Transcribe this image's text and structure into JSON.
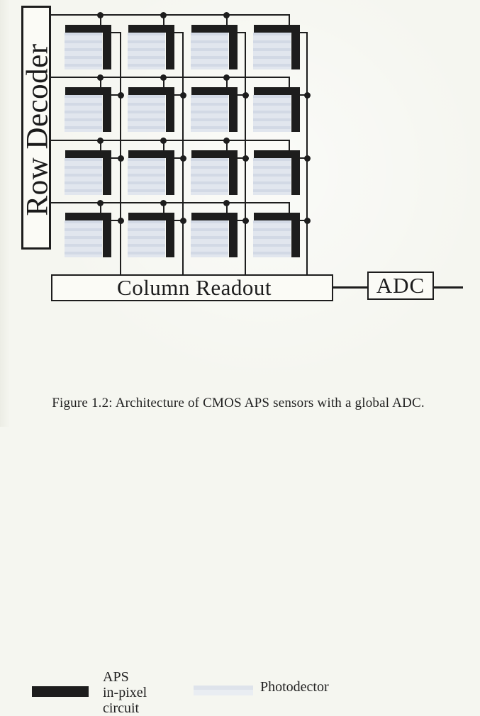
{
  "figure": {
    "blocks": {
      "row_decoder": "Row Decoder",
      "column_readout": "Column Readout",
      "adc": "ADC"
    },
    "array": {
      "rows": 4,
      "cols": 4,
      "cell_parts": [
        "aps-in-pixel-circuit",
        "photodetector",
        "row-select-line",
        "column-bus-line"
      ]
    },
    "legend": {
      "aps_label": "APS\nin-pixel\ncircuit",
      "photodetector_label": "Photodector"
    },
    "caption": "Figure 1.2: Architecture of CMOS APS sensors with a global ADC.",
    "colors": {
      "ink": "#1d1d1d",
      "photodetector": "#e1e6ee",
      "page": "#f5f6f0"
    }
  }
}
